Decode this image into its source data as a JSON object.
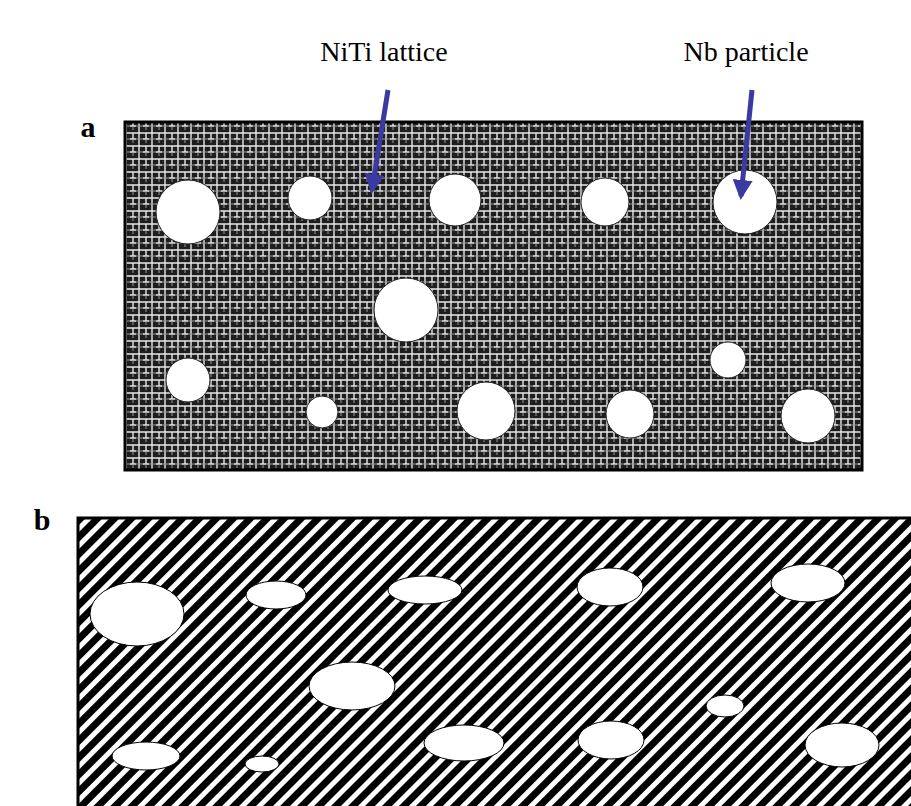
{
  "diagram": {
    "labels": [
      "NiTi lattice",
      "Nb particle",
      "a",
      "b"
    ]
  }
}
